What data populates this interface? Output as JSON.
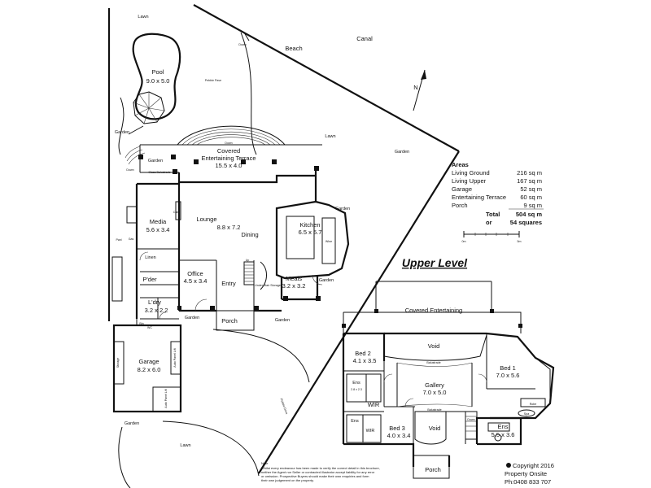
{
  "ground": {
    "lawn_top": "Lawn",
    "pool_name": "Pool",
    "pool_dim": "9.0 x 5.0",
    "pebble_pave": "Pebble Pave",
    "beach": "Beach",
    "canal": "Canal",
    "lawn_mid": "Lawn",
    "garden_right": "Garden",
    "garden_left1": "Garden",
    "garden_left2": "Garden",
    "down_stairs": "Down",
    "down_left": "Down",
    "down_deck": "Down",
    "glass_balustrade": "Glass Balustrade",
    "terrace_name": "Covered",
    "terrace_name2": "Entertaining Terrace",
    "terrace_dim": "15.5 x 4.0",
    "media_name": "Media",
    "media_dim": "5.6 x 3.4",
    "gas": "Gas",
    "pwd": "Pwd",
    "linen": "Linen",
    "pder": "P'der",
    "ldry_name": "L'dry",
    "ldry_dim": "3.2 x 2.2",
    "bin": "Bin",
    "wc": "WC",
    "garage_name": "Garage",
    "garage_dim": "8.2 x 6.0",
    "storage": "Storage",
    "auto_panel": "Auto Panel Lift",
    "lounge_name": "Lounge",
    "lounge_dim": "8.8 x 7.2",
    "dining": "Dining",
    "kitchen_name": "Kitchen",
    "kitchen_dim": "6.5 x 5.7",
    "meals_name": "Meals",
    "meals_dim": "3.2 x 3.2",
    "office_name": "Office",
    "office_dim": "4.5 x 3.4",
    "entry": "Entry",
    "porch": "Porch",
    "up": "Up",
    "under_stair": "Under Stair Storage",
    "garden_porch_l": "Garden",
    "garden_porch_r": "Garden",
    "garden_kitchen": "Garden",
    "garden_ent": "Garden",
    "garden_bottom": "Garden",
    "lawn_bottom": "Lawn",
    "driveway": "Pebble Drive",
    "wine": "Wine",
    "media_cab": "Cab",
    "note_title": "Note",
    "note_1": "Whilst every endeavour has been made to verify the correct detail in this brochure,",
    "note_2": "neither the Agent nor Seller or contracted illustrator accept liability for any error",
    "note_3": "or omission. Prospective Buyers should make their own enquiries and form",
    "note_4": "their own judgement on the property."
  },
  "areas": {
    "heading": "Areas",
    "rows": [
      {
        "label": "Living Ground",
        "value": "216 sq m"
      },
      {
        "label": "Living Upper",
        "value": "167 sq m"
      },
      {
        "label": "Garage",
        "value": "52 sq m"
      },
      {
        "label": "Entertaining Terrace",
        "value": "60 sq m"
      },
      {
        "label": "Porch",
        "value": "9 sq m"
      }
    ],
    "total_label": "Total",
    "total_value": "504 sq m",
    "or_label": "or",
    "squares_value": "54 squares"
  },
  "scale": {
    "start": "0m",
    "end": "5m"
  },
  "compass": {
    "label": "N"
  },
  "upper": {
    "title": "Upper Level",
    "covered_ent": "Covered Entertaining",
    "void_top": "Void",
    "balustrade": "Balustrade",
    "bed2_name": "Bed 2",
    "bed2_dim": "4.1 x 3.5",
    "bed1_name": "Bed 1",
    "bed1_dim": "7.0 x 5.6",
    "gallery_name": "Gallery",
    "gallery_dim": "7.0 x 5.0",
    "ens_left_top": "Ens",
    "ens_left_top_dim": "2.8 x 2.3",
    "wir_left": "WIR",
    "ens_left_bottom": "Ens",
    "wir_bottom": "WIR",
    "bed3_name": "Bed 3",
    "bed3_dim": "4.0 x 3.4",
    "void_bottom": "Void",
    "robe": "Robe",
    "spa": "Spa",
    "ens_right": "Ens",
    "ens_right_dim": "5.5 x 3.6",
    "porch": "Porch",
    "down": "Down",
    "balustrade2": "Balustrade"
  },
  "copyright": {
    "line1": "Copyright 2016",
    "line2": "Property Onsite",
    "line3": "Ph:0408 833 707"
  }
}
